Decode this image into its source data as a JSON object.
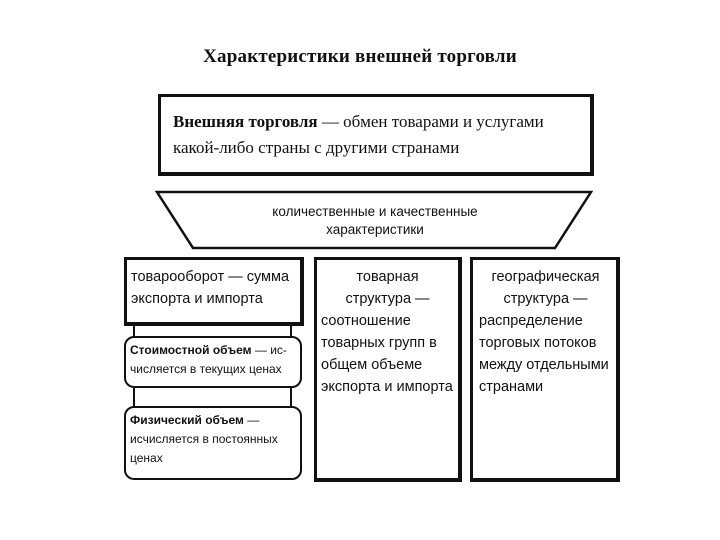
{
  "title": "Характеристики внешней торговли",
  "definition": {
    "term": "Внешняя торговля",
    "text_line1_rest": " — обмен товарами и услугами",
    "text_line2": "какой-либо страны с другими странами"
  },
  "characteristics": {
    "line1": "количественные и качественные",
    "line2": "характеристики"
  },
  "turnover": {
    "line1": "товарооборот — сумма",
    "line2": "экспорта и импорта"
  },
  "value_volume": {
    "title": "Стоимостной объем",
    "title_rest": " — ис-",
    "line2": "числяется в текущих ценах"
  },
  "physical_volume": {
    "title": "Физический объем",
    "title_rest": " —",
    "line2": "исчисляется в постоянных",
    "line3": "ценах"
  },
  "commodity_structure": {
    "line1": "товарная",
    "line2": "структура —",
    "line3": "соотношение",
    "line4": "товарных групп в",
    "line5": "общем объеме",
    "line6": "экспорта и импорта"
  },
  "geographic_structure": {
    "line1": "географическая",
    "line2": "структура —",
    "line3": "распределение",
    "line4": "торговых потоков",
    "line5": "между отдельными",
    "line6": "странами"
  }
}
